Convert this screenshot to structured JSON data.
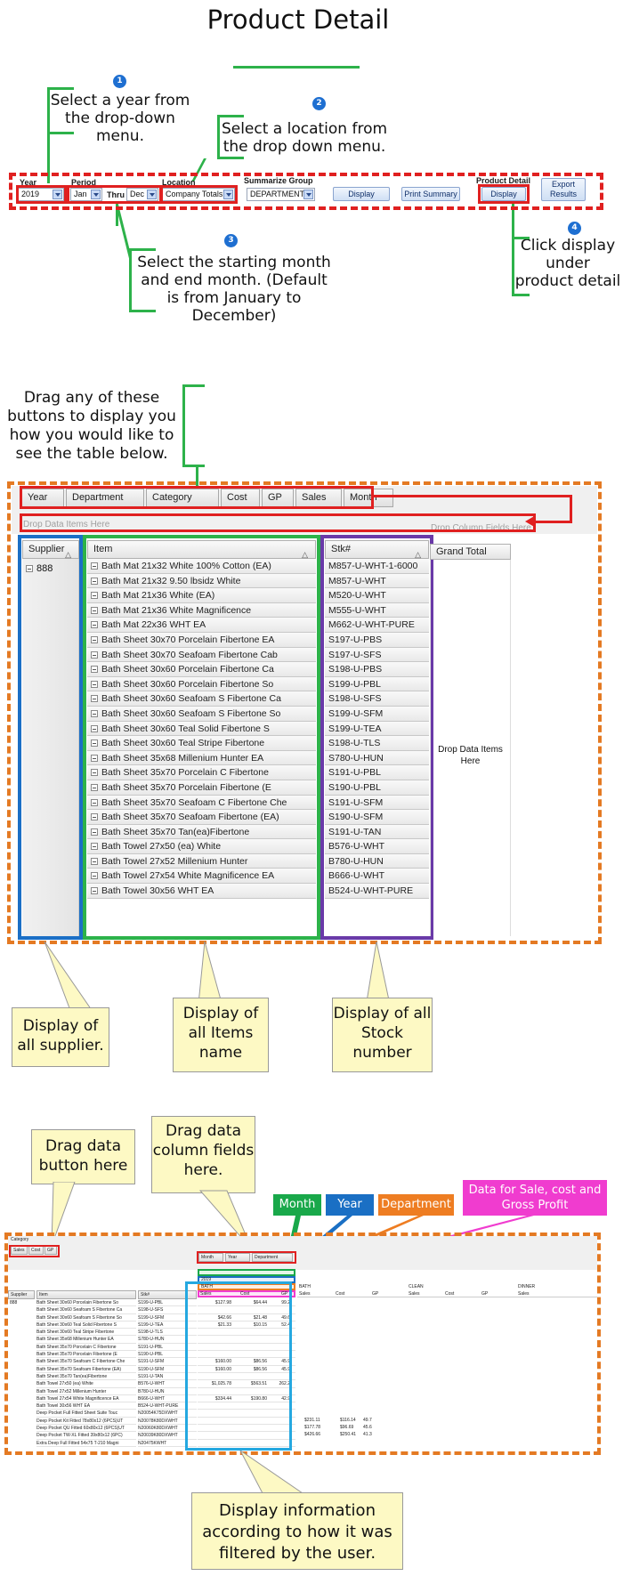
{
  "title": "Product Detail",
  "steps": [
    {
      "num": "1",
      "text": "Select a year from the drop-down menu."
    },
    {
      "num": "2",
      "text": "Select a location from the drop down menu."
    },
    {
      "num": "3",
      "text": "Select the starting month and end month. (Default is from January to December)"
    },
    {
      "num": "4",
      "text": "Click display under product detail"
    }
  ],
  "toolbar": {
    "year_label": "Year",
    "year_value": "2019",
    "period_label": "Period",
    "from_value": "Jan",
    "thru_label": "Thru",
    "to_value": "Dec",
    "location_label": "Location",
    "location_value": "Company Totals",
    "summarize_label": "Summarize Group",
    "summarize_value": "DEPARTMENT",
    "display_label": "Display",
    "print_label": "Print Summary",
    "product_detail_label": "Product Detail",
    "product_display_label": "Display",
    "export_label": "Export Results"
  },
  "drag_instruction": "Drag any of these buttons to display you how you would like to see the table below.",
  "pivot": {
    "field_buttons": [
      "Year",
      "Department",
      "Category",
      "Cost",
      "GP",
      "Sales",
      "Month"
    ],
    "drop_data_hint": "Drop Data Items Here",
    "drop_column_hint": "Drop Column Fields Here",
    "supplier_header": "Supplier",
    "item_header": "Item",
    "stock_header": "Stk#",
    "grand_total": "Grand Total",
    "drop_items_here": "Drop Data Items Here",
    "supplier": "888",
    "items": [
      "Bath Mat  21x32 White 100% Cotton (EA)",
      "Bath Mat 21x32 9.50 lbsidz White",
      "Bath Mat 21x36 White (EA)",
      "Bath Mat 21x36 White Magnificence",
      "Bath Mat 22x36 WHT EA",
      "Bath Sheet  30x70 Porcelain Fibertone EA",
      "Bath Sheet  30x70 Seafoam Fibertone  Cab",
      "Bath Sheet 30x60 Porcelain Fibertone  Ca",
      "Bath Sheet 30x60 Porcelain Fibertone  So",
      "Bath Sheet 30x60 Seafoam S Fibertone  Ca",
      "Bath Sheet 30x60 Seafoam S Fibertone  So",
      "Bath Sheet 30x60 Teal Solid Fibertone  S",
      "Bath Sheet 30x60 Teal Stripe Fibertone",
      "Bath Sheet 35x68 Millenium Hunter EA",
      "Bath Sheet 35x70 Porcelain C Fibertone",
      "Bath Sheet 35x70 Porcelain Fibertone  (E",
      "Bath Sheet 35x70 Seafoam C Fibertone Che",
      "Bath Sheet 35x70 Seafoam Fibertone (EA)",
      "Bath Sheet 35x70 Tan(ea)Fibertone",
      "Bath Towel 27x50 (ea) White",
      "Bath Towel 27x52 Millenium Hunter",
      "Bath Towel 27x54 White Magnificence EA",
      "Bath Towel 30x56 WHT EA"
    ],
    "stocks": [
      "M857-U-WHT-1-6000",
      "M857-U-WHT",
      "M520-U-WHT",
      "M555-U-WHT",
      "M662-U-WHT-PURE",
      "S197-U-PBS",
      "S197-U-SFS",
      "S198-U-PBS",
      "S199-U-PBL",
      "S198-U-SFS",
      "S199-U-SFM",
      "S199-U-TEA",
      "S198-U-TLS",
      "S780-U-HUN",
      "S191-U-PBL",
      "S190-U-PBL",
      "S191-U-SFM",
      "S190-U-SFM",
      "S191-U-TAN",
      "B576-U-WHT",
      "B780-U-HUN",
      "B666-U-WHT",
      "B524-U-WHT-PURE"
    ]
  },
  "callouts": {
    "supplier": "Display of all supplier.",
    "items": "Display of all Items name",
    "stock": "Display of all Stock number",
    "drag_button": "Drag data button here",
    "drag_column": "Drag data column fields here.",
    "display_info": "Display information according to how it was filtered by the user."
  },
  "tags": {
    "month": "Month",
    "year": "Year",
    "department": "Department",
    "data": "Data for Sale, cost and Gross Profit",
    "month_color": "#19a84a",
    "year_color": "#1a6fc4",
    "department_color": "#ee7d22",
    "data_color": "#f03ccf"
  },
  "mini": {
    "category_label": "Category",
    "data_buttons": [
      "Sales",
      "Cost",
      "GP"
    ],
    "column_buttons": [
      "Month",
      "Year",
      "Department"
    ],
    "year_row": "2019",
    "dept_row": "BATH",
    "col_headers": [
      "Sales",
      "Cost",
      "GP",
      "Sales",
      "Cost",
      "GP",
      "Sales",
      "Cost",
      "GP",
      "Sales"
    ],
    "dept_labels": [
      "BATH",
      "CLEAN",
      "DINNER"
    ],
    "supplier_header": "Supplier",
    "item_header": "Item",
    "stock_header": "Stk#",
    "supplier": "888",
    "items": [
      "Bath Sheet 30x60 Porcelain Fibertone  So",
      "Bath Sheet 30x60 Seafoam S Fibertone  Ca",
      "Bath Sheet 30x60 Seafoam S Fibertone  So",
      "Bath Sheet 30x60 Teal Solid Fibertone  S",
      "Bath Sheet 30x60 Teal Stripe Fibertone",
      "Bath Sheet 35x68 Millenium Hunter EA",
      "Bath Sheet 35x70 Porcelain C Fibertone",
      "Bath Sheet 35x70 Porcelain Fibertone  (E",
      "Bath Sheet 35x70 Seafoam C Fibertone Che",
      "Bath Sheet 35x70 Seafoam Fibertone (EA)",
      "Bath Sheet 35x70 Tan(ea)Fibertone",
      "Bath Towel 27x50 (ea) White",
      "Bath Towel 27x52 Millenium Hunter",
      "Bath Towel 27x54 White Magnificence EA",
      "Bath Towel 30x56 WHT EA",
      "Deep Pocket Full Fitted Sheet Suite Touc",
      "Deep Pocket Kit Fitted 78x80x12 (6PCS)UT",
      "Deep Pocket QU Fitted 60x80x12 (6PCS)UT",
      "Deep Pocket TW-XL Fitted 39x80x12 (6PC)",
      "Extra Deep Full Fitted 54x75 T-210 Magni"
    ],
    "stocks": [
      "S199-U-PBL",
      "S198-U-SFS",
      "S199-U-SFM",
      "S199-U-TEA",
      "S198-U-TLS",
      "S780-U-HUN",
      "S191-U-PBL",
      "S190-U-PBL",
      "S191-U-SFM",
      "S190-U-SFM",
      "S191-U-TAN",
      "B576-U-WHT",
      "B780-U-HUN",
      "B666-U-WHT",
      "B524-U-WHT-PURE",
      "N20054K75DXWHT",
      "N20078K80DXWHT",
      "N20060K80DXWHT",
      "N20039K80DXWHT",
      "N20475KWHT"
    ],
    "values": [
      [
        "$127.98",
        "$64.44",
        "99.2"
      ],
      [
        "",
        "",
        ""
      ],
      [
        "$42.66",
        "$21.48",
        "49.6"
      ],
      [
        "$21.33",
        "$10.15",
        "52.4"
      ],
      [
        "",
        "",
        ""
      ],
      [
        "",
        "",
        ""
      ],
      [
        "",
        "",
        ""
      ],
      [
        "",
        "",
        ""
      ],
      [
        "$160.00",
        "$86.56",
        "45.9"
      ],
      [
        "$160.00",
        "$86.56",
        "45.9"
      ],
      [
        "",
        "",
        ""
      ],
      [
        "$1,025.78",
        "$563.51",
        "262.2"
      ],
      [
        "",
        "",
        ""
      ],
      [
        "$334.44",
        "$190.80",
        "42.9"
      ],
      [
        "",
        "",
        ""
      ],
      [
        "",
        "",
        ""
      ],
      [
        "",
        "",
        ""
      ],
      [
        "",
        "",
        ""
      ],
      [
        "",
        "",
        ""
      ],
      [
        "",
        "",
        ""
      ]
    ],
    "clean_values": [
      [
        "$231.11",
        "$116.14",
        "49.7"
      ],
      [
        "$177.78",
        "$96.69",
        "45.6"
      ],
      [
        "$426.66",
        "$250.41",
        "41.3"
      ]
    ]
  }
}
